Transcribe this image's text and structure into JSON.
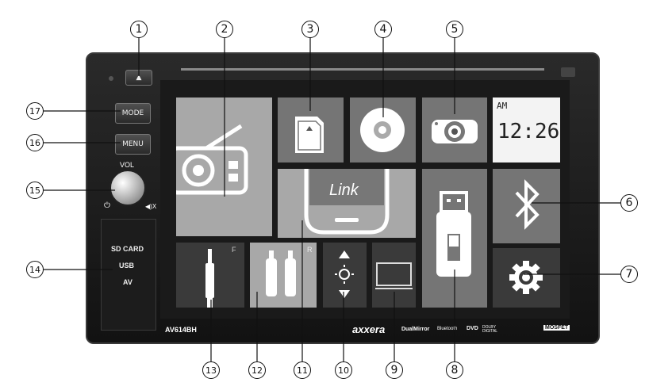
{
  "callouts": [
    "1",
    "2",
    "3",
    "4",
    "5",
    "6",
    "7",
    "8",
    "9",
    "10",
    "11",
    "12",
    "13",
    "14",
    "15",
    "16",
    "17"
  ],
  "unit": {
    "model": "AV614BH",
    "brand": "axxera",
    "badges": [
      "DualMirror",
      "Bluetooth",
      "DVD",
      "DOLBY DIGITAL",
      "MOSFET"
    ]
  },
  "buttons": {
    "eject_label": "▲",
    "mode_label": "MODE",
    "menu_label": "MENU"
  },
  "volume": {
    "label": "VOL",
    "mute_label": "◀)X"
  },
  "slot": {
    "sd_label": "SD CARD",
    "usb_label": "USB",
    "av_label": "AV"
  },
  "screen": {
    "clock_band": "AM",
    "clock_time": "12:26",
    "link_label": "Link",
    "front_label": "F",
    "rear_label": "R"
  }
}
